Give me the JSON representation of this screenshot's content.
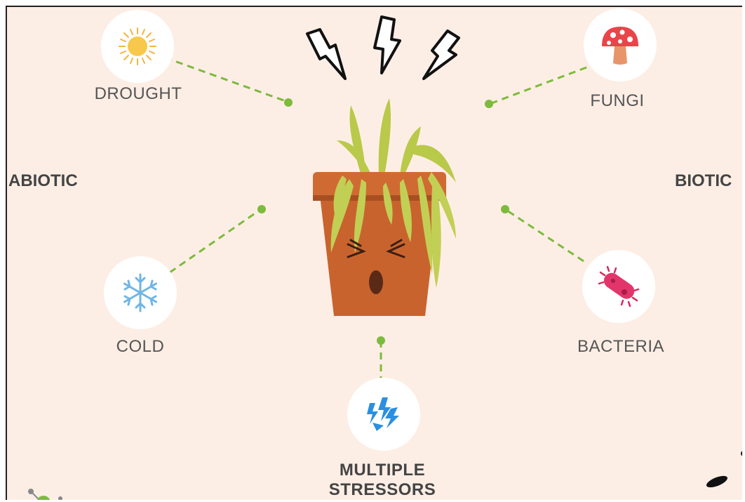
{
  "categories": {
    "abiotic": "ABIOTIC",
    "biotic": "BIOTIC"
  },
  "stressors": {
    "drought": {
      "label": "DROUGHT",
      "icon": "sun-icon"
    },
    "cold": {
      "label": "COLD",
      "icon": "snowflake-icon"
    },
    "fungi": {
      "label": "FUNGI",
      "icon": "mushroom-icon"
    },
    "bacteria": {
      "label": "BACTERIA",
      "icon": "bacterium-icon"
    },
    "multiple": {
      "line1": "MULTIPLE",
      "line2": "STRESSORS",
      "icon": "lightning-burst-icon"
    }
  },
  "colors": {
    "background": "#fdeee5",
    "connector": "#7dbb3c",
    "pot": "#c9632d",
    "leaves": "#b9c94a",
    "text": "#555555"
  }
}
